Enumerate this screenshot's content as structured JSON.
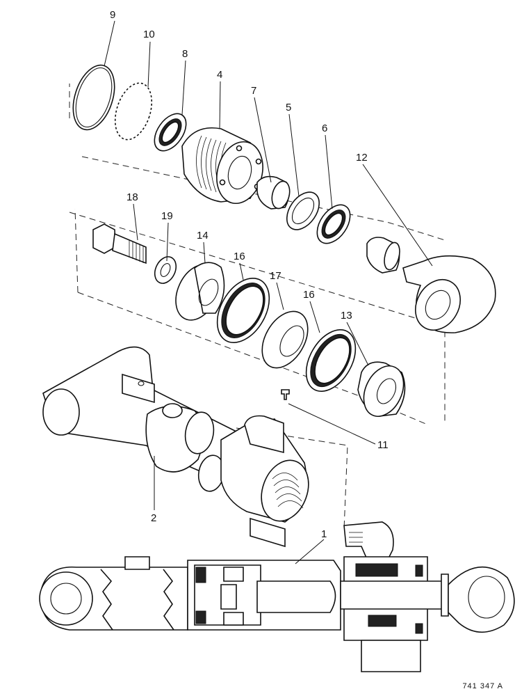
{
  "callouts": {
    "c1": "1",
    "c2": "2",
    "c4": "4",
    "c5": "5",
    "c6": "6",
    "c7": "7",
    "c8": "8",
    "c9": "9",
    "c10": "10",
    "c11": "11",
    "c12": "12",
    "c13": "13",
    "c14": "14",
    "c16a": "16",
    "c16b": "16",
    "c17": "17",
    "c18": "18",
    "c19": "19"
  },
  "reference_code": "741 347 A"
}
